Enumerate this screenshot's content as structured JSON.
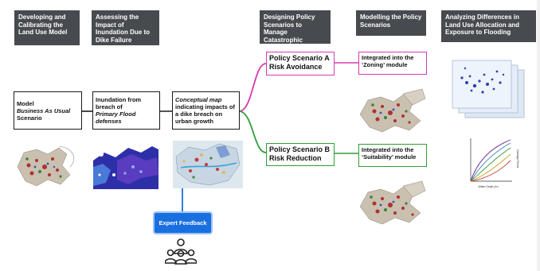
{
  "stages": [
    {
      "title": "Developing and Calibrating the Land Use Model"
    },
    {
      "title": "Assessing the Impact of Inundation Due to Dike Failure"
    },
    {
      "title": "Designing Policy Scenarios to Manage Catastrophic Flooding"
    },
    {
      "title": "Modelling the Policy Scenarios"
    },
    {
      "title": "Analyzing Differences in Land Use Allocation and Exposure to Flooding"
    }
  ],
  "model_box": {
    "line1": "Model",
    "line2": "Business As Usual",
    "line3": "Scenario"
  },
  "inundation_box": {
    "line1": "Inundation from breach of",
    "line2": "Primary Flood defenses"
  },
  "concept_box": {
    "line1": "Conceptual map",
    "line2": "indicating impacts of a dike breach on urban growth"
  },
  "policy_a": {
    "title": "Policy Scenario A",
    "subtitle": "Risk Avoidance",
    "module": "Integrated into the ‘Zoning’ module",
    "color": "#d63ab0"
  },
  "policy_b": {
    "title": "Policy Scenario B",
    "subtitle": "Risk Reduction",
    "module": "Integrated into the ‘Suitability’ module",
    "color": "#2f9e36"
  },
  "feedback": {
    "label": "Expert Feedback",
    "color": "#1a6fe0"
  },
  "chart_labels": {
    "xlabel": "Water Depth (m)",
    "ylabel": "Damage Factor"
  }
}
